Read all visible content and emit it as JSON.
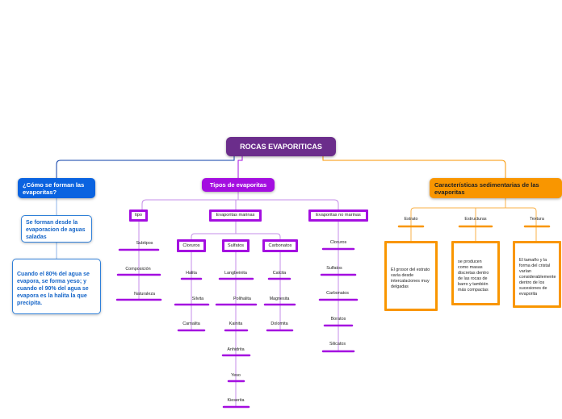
{
  "root": {
    "label": "ROCAS EVAPORITICAS"
  },
  "branches": {
    "formation": {
      "label": "¿Cómo se forman las evaporitas?",
      "items": [
        "Se forman desde la evaporacion de aguas saladas",
        "Cuando el 80% del agua se evapora, se forma yeso; y cuando el 90% del agua se evapora es la halita la que precipita."
      ]
    },
    "types": {
      "label": "Tipos de evaporitas",
      "tipo": {
        "label": "tipo",
        "leaves": [
          "Subtipos",
          "Composición",
          "Naturaleza"
        ]
      },
      "marinas": {
        "label": "Evaporitas marinas",
        "cloruros": {
          "label": "Cloruros",
          "leaves": [
            "Halita",
            "Silvita",
            "Carnalita"
          ]
        },
        "sulfatos": {
          "label": "Sulfatos",
          "leaves": [
            "Langbeinita",
            "Polihalita",
            "Kainita",
            "Anhidrita",
            "Yeso",
            "Kieserita"
          ]
        },
        "carbonatos": {
          "label": "Carbonatos",
          "leaves": [
            "Calcita",
            "Magnesita",
            "Dolomita"
          ]
        }
      },
      "no_marinas": {
        "label": "Evaporitas no marinas",
        "leaves": [
          "Cloruros",
          "Sulfatos",
          "Carbonatos",
          "Boratos",
          "Silicatos"
        ]
      }
    },
    "sedimentary": {
      "label": "Características sedimentarias de las evaporitas",
      "features": [
        {
          "label": "Estrato",
          "description": "El grosor del estrato varía desde intercalaciones muy delgadas"
        },
        {
          "label": "Estructuras",
          "description": "se producen como masas discretas dentro de las rocas de barro y también más compactas"
        },
        {
          "label": "Textura",
          "description": "El tamaño y la forma del cristal varían considerablemente dentro de los sucesiones de evaporita"
        }
      ]
    }
  },
  "colors": {
    "root": "#6b2d8b",
    "blue": "#0a63e0",
    "purple": "#a40ee0",
    "orange": "#f99600",
    "link_purple": "#c58ee8",
    "link_orange": "#f9b24a"
  }
}
